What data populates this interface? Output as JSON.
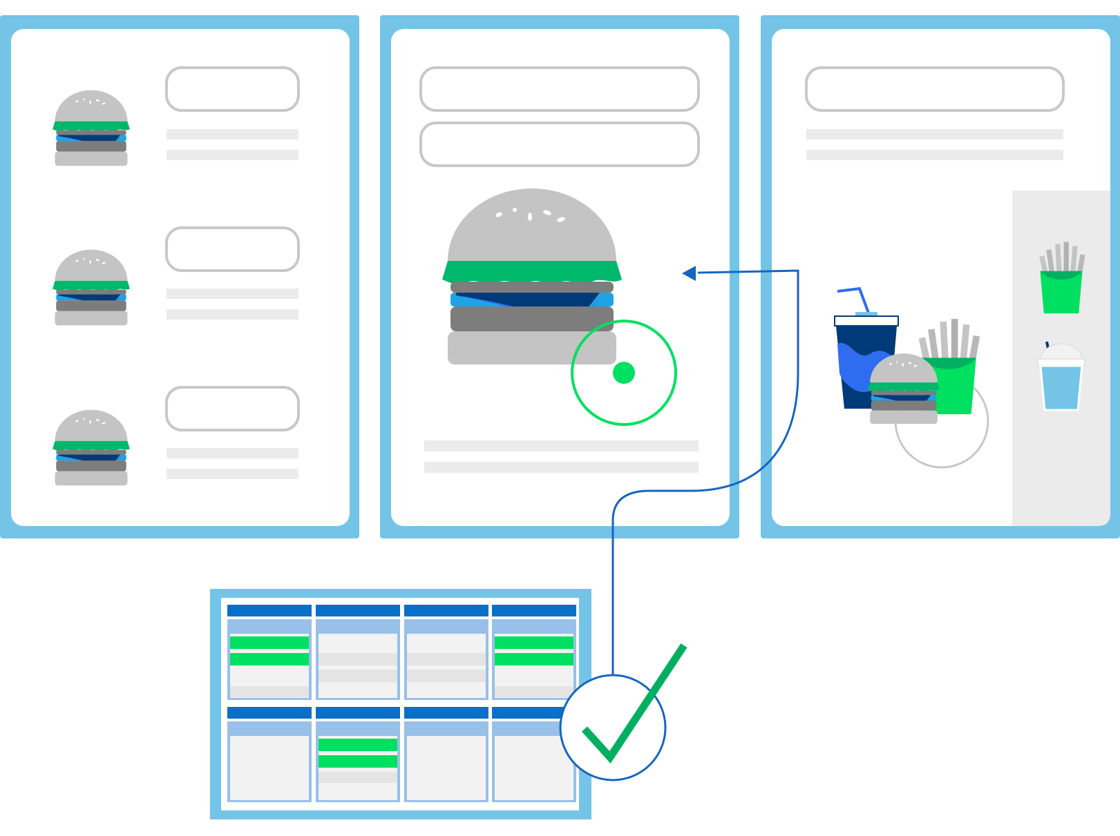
{
  "colors": {
    "frame_blue": "#74c4e8",
    "panel_white": "#ffffff",
    "placeholder_gray": "#c8c8c8",
    "line_gray": "#ebebeb",
    "bun_gray": "#c4c4c4",
    "patty_gray": "#7d7d7d",
    "lettuce_green": "#00b86b",
    "accent_blue": "#1fa3e6",
    "cheese_navy": "#003a78",
    "connector_blue": "#1565c0",
    "bright_green": "#00e060",
    "sidebar_gray": "#ebebeb",
    "grid_header": "#0a6fc8",
    "grid_subheader": "#98c0e8",
    "grid_cell": "#f2f2f2",
    "grid_cell_line": "#e4e4e4",
    "checkmark_green": "#00b060"
  },
  "panels": [
    {
      "name": "menu-list-screen",
      "content": "burger-list",
      "items": 3
    },
    {
      "name": "item-detail-screen",
      "content": "burger-detail"
    },
    {
      "name": "combo-meal-screen",
      "content": "combo-sidebar"
    }
  ],
  "icons": {
    "list_item": "burger-icon",
    "detail": "burger-icon",
    "target": "tap-target-icon",
    "combo": [
      "soda-cup-icon",
      "fries-icon",
      "burger-icon"
    ],
    "sidebar": [
      "fries-icon",
      "shake-icon"
    ],
    "status": "checkmark-icon"
  },
  "grid": {
    "rows": [
      [
        {
          "highlights": 2
        },
        {
          "highlights": 0
        },
        {
          "highlights": 0
        },
        {
          "highlights": 2
        }
      ],
      [
        {
          "highlights": 0
        },
        {
          "highlights": 2
        },
        {
          "highlights": 0
        },
        {
          "highlights": 0
        }
      ]
    ]
  }
}
